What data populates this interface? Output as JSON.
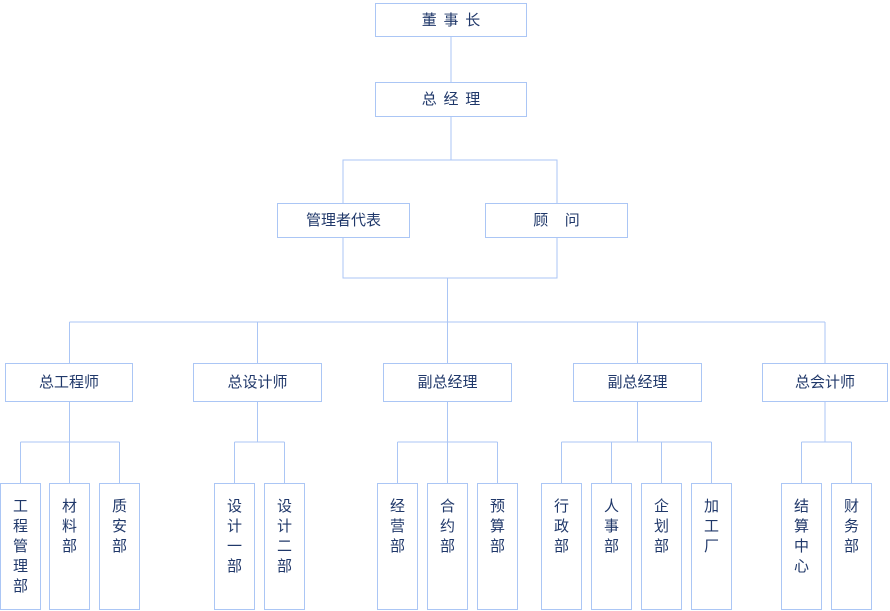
{
  "org_chart": {
    "colors": {
      "node_border": "#abc6f5",
      "connector_line": "#abc6f5",
      "text": "#20386a",
      "background": "#ffffff"
    },
    "chairman": {
      "label": "董事长"
    },
    "general_manager": {
      "label": "总经理"
    },
    "staff": {
      "management_representative": {
        "label": "管理者代表"
      },
      "consultant": {
        "label": "顾问"
      }
    },
    "branches": [
      {
        "label": "总工程师",
        "departments": [
          "工程管理部",
          "材料部",
          "质安部"
        ]
      },
      {
        "label": "总设计师",
        "departments": [
          "设计一部",
          "设计二部"
        ]
      },
      {
        "label": "副总经理",
        "departments": [
          "经营部",
          "合约部",
          "预算部"
        ]
      },
      {
        "label": "副总经理",
        "departments": [
          "行政部",
          "人事部",
          "企划部",
          "加工厂"
        ]
      },
      {
        "label": "总会计师",
        "departments": [
          "结算中心",
          "财务部"
        ]
      }
    ]
  }
}
